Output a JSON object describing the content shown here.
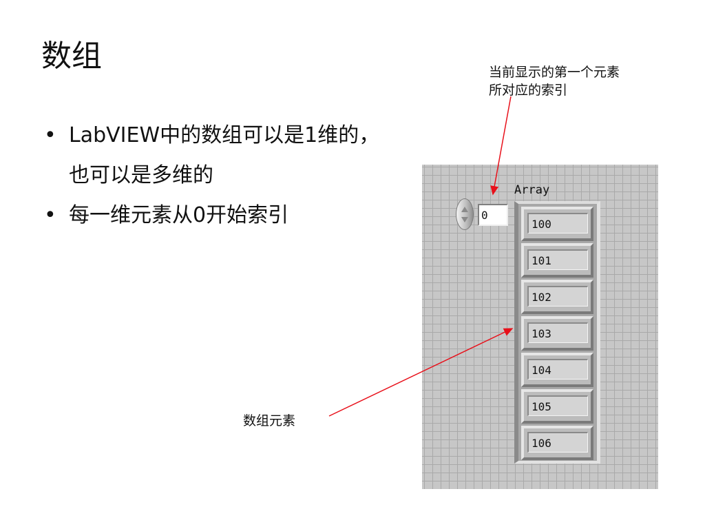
{
  "title": "数组",
  "bullets": [
    "LabVIEW中的数组可以是1维的，也可以是多维的",
    "每一维元素从0开始索引"
  ],
  "bullet_marker": "•",
  "callouts": {
    "index_line1": "当前显示的第一个元素",
    "index_line2": "所对应的索引",
    "elements": "数组元素"
  },
  "panel": {
    "array_label": "Array",
    "index_value": "0",
    "elements": [
      "100",
      "101",
      "102",
      "103",
      "104",
      "105",
      "106"
    ]
  },
  "colors": {
    "annotation_arrow": "#e8101a",
    "panel_background": "#c7c7c7",
    "grid_line": "#a9a9a9"
  }
}
